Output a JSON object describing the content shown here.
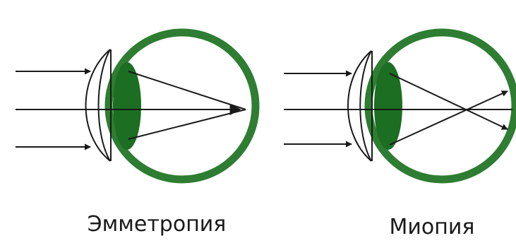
{
  "colors": {
    "eyeball": "#2e7d32",
    "lens": "#1b6e22",
    "rays": "#1a1a1a",
    "background": "#ffffff"
  },
  "diagrams": [
    {
      "id": "emmetropia",
      "label": "Эмметропия"
    },
    {
      "id": "myopia",
      "label": "Миопия"
    }
  ]
}
